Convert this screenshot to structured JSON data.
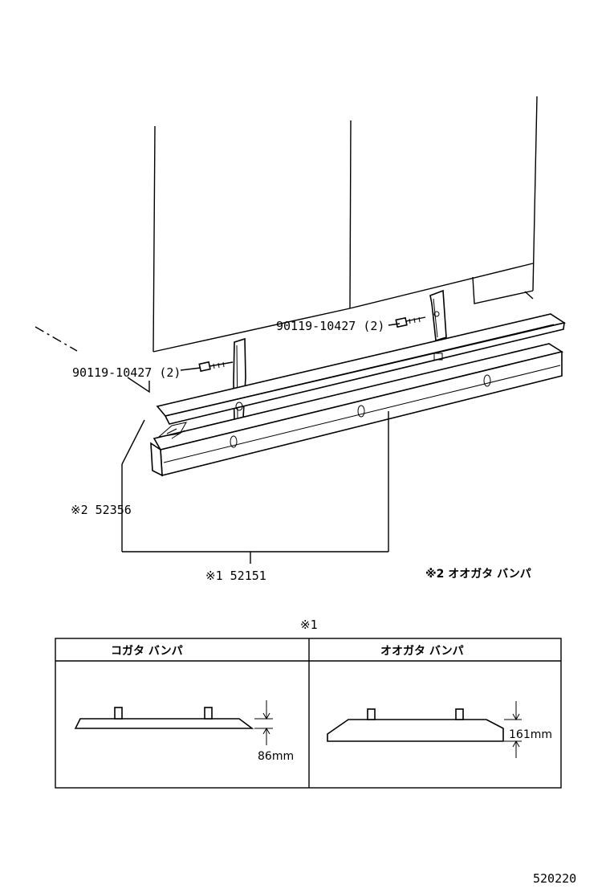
{
  "callouts": {
    "bolt_right": "90119-10427 (2)",
    "bolt_left": "90119-10427 (2)",
    "part_2": "※2 52356",
    "part_1": "※1 52151",
    "note_2": "※2  オオガタ バンパ"
  },
  "table": {
    "title": "※1",
    "columns": [
      {
        "header": "コガタ バンパ",
        "dimension": "86mm"
      },
      {
        "header": "オオガタ バンパ",
        "dimension": "161mm"
      }
    ]
  },
  "figure_code": "520220"
}
